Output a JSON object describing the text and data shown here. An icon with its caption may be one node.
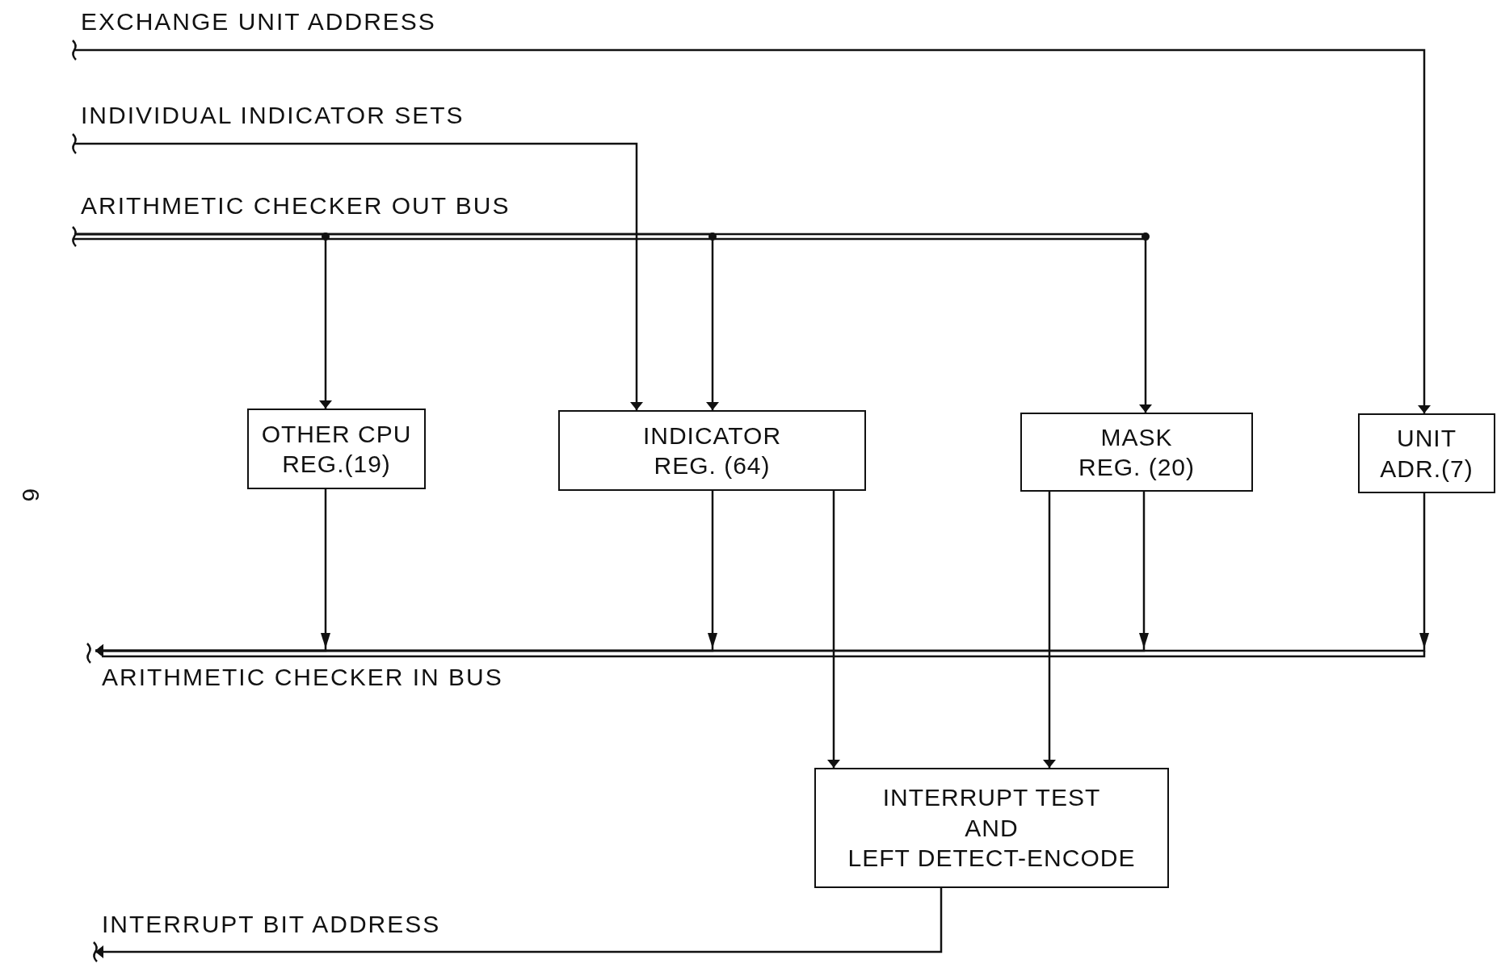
{
  "diagram": {
    "nodes": [
      {
        "text": [
          "EXCHANGE UNIT ADDRESS"
        ]
      },
      {
        "text": [
          "INDIVIDUAL INDICATOR SETS"
        ]
      },
      {
        "text": [
          "ARITHMETIC CHECKER OUT BUS"
        ]
      },
      {
        "text": [
          "OTHER CPU REG.(19)"
        ]
      },
      {
        "text": [
          "INDICATOR REG. (64)"
        ]
      },
      {
        "text": [
          "MASK REG. (20)"
        ]
      },
      {
        "text": [
          "UNIT ADR.(7)"
        ]
      },
      {
        "text": [
          "ARITHMETIC CHECKER IN BUS"
        ]
      },
      {
        "text": [
          "INTERRUPT TEST AND LEFT DETECT-ENCODE"
        ]
      },
      {
        "text": [
          "INTERRUPT BIT ADDRESS"
        ]
      }
    ],
    "edges": [
      {
        "from": 0,
        "to": 6,
        "arrow": "to"
      },
      {
        "from": 1,
        "to": 4,
        "arrow": "to"
      },
      {
        "from": 2,
        "to": 3,
        "arrow": "to"
      },
      {
        "from": 2,
        "to": 4,
        "arrow": "to"
      },
      {
        "from": 2,
        "to": 5,
        "arrow": "to"
      },
      {
        "from": 3,
        "to": 7,
        "arrow": "to"
      },
      {
        "from": 4,
        "to": 7,
        "arrow": "to"
      },
      {
        "from": 5,
        "to": 7,
        "arrow": "to"
      },
      {
        "from": 6,
        "to": 7,
        "arrow": "to"
      },
      {
        "from": 4,
        "to": 8,
        "arrow": "to"
      },
      {
        "from": 5,
        "to": 8,
        "arrow": "to"
      },
      {
        "from": 8,
        "to": 9,
        "arrow": "to"
      }
    ],
    "labels": [
      "6"
    ]
  }
}
